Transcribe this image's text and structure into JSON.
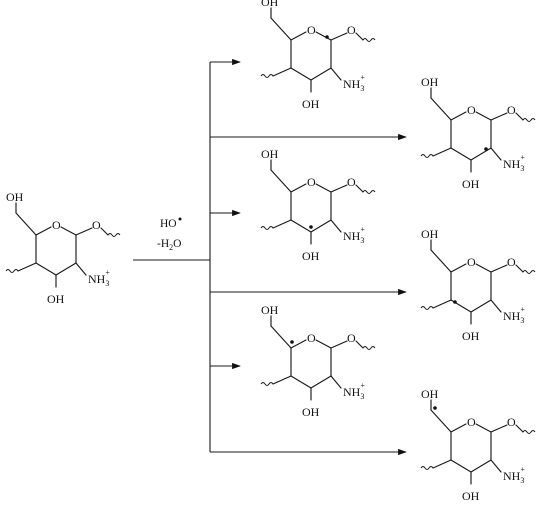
{
  "reagent": {
    "line1": "HO",
    "line2_prefix": "-H",
    "line2_sub": "2",
    "line2_suffix": "O"
  },
  "labels": {
    "oh": "OH",
    "o_ring": "O",
    "o_link": "O",
    "nh3": "NH",
    "nh3_sub": "3",
    "nh3_sup": "+"
  },
  "molecules": [
    {
      "id": "reactant",
      "radical_site": "none"
    },
    {
      "id": "product-c1",
      "radical_site": "C1"
    },
    {
      "id": "product-c3",
      "radical_site": "C3"
    },
    {
      "id": "product-c5",
      "radical_site": "C5"
    },
    {
      "id": "product-c2",
      "radical_site": "C2"
    },
    {
      "id": "product-c4",
      "radical_site": "C4"
    },
    {
      "id": "product-c6",
      "radical_site": "C6"
    }
  ]
}
